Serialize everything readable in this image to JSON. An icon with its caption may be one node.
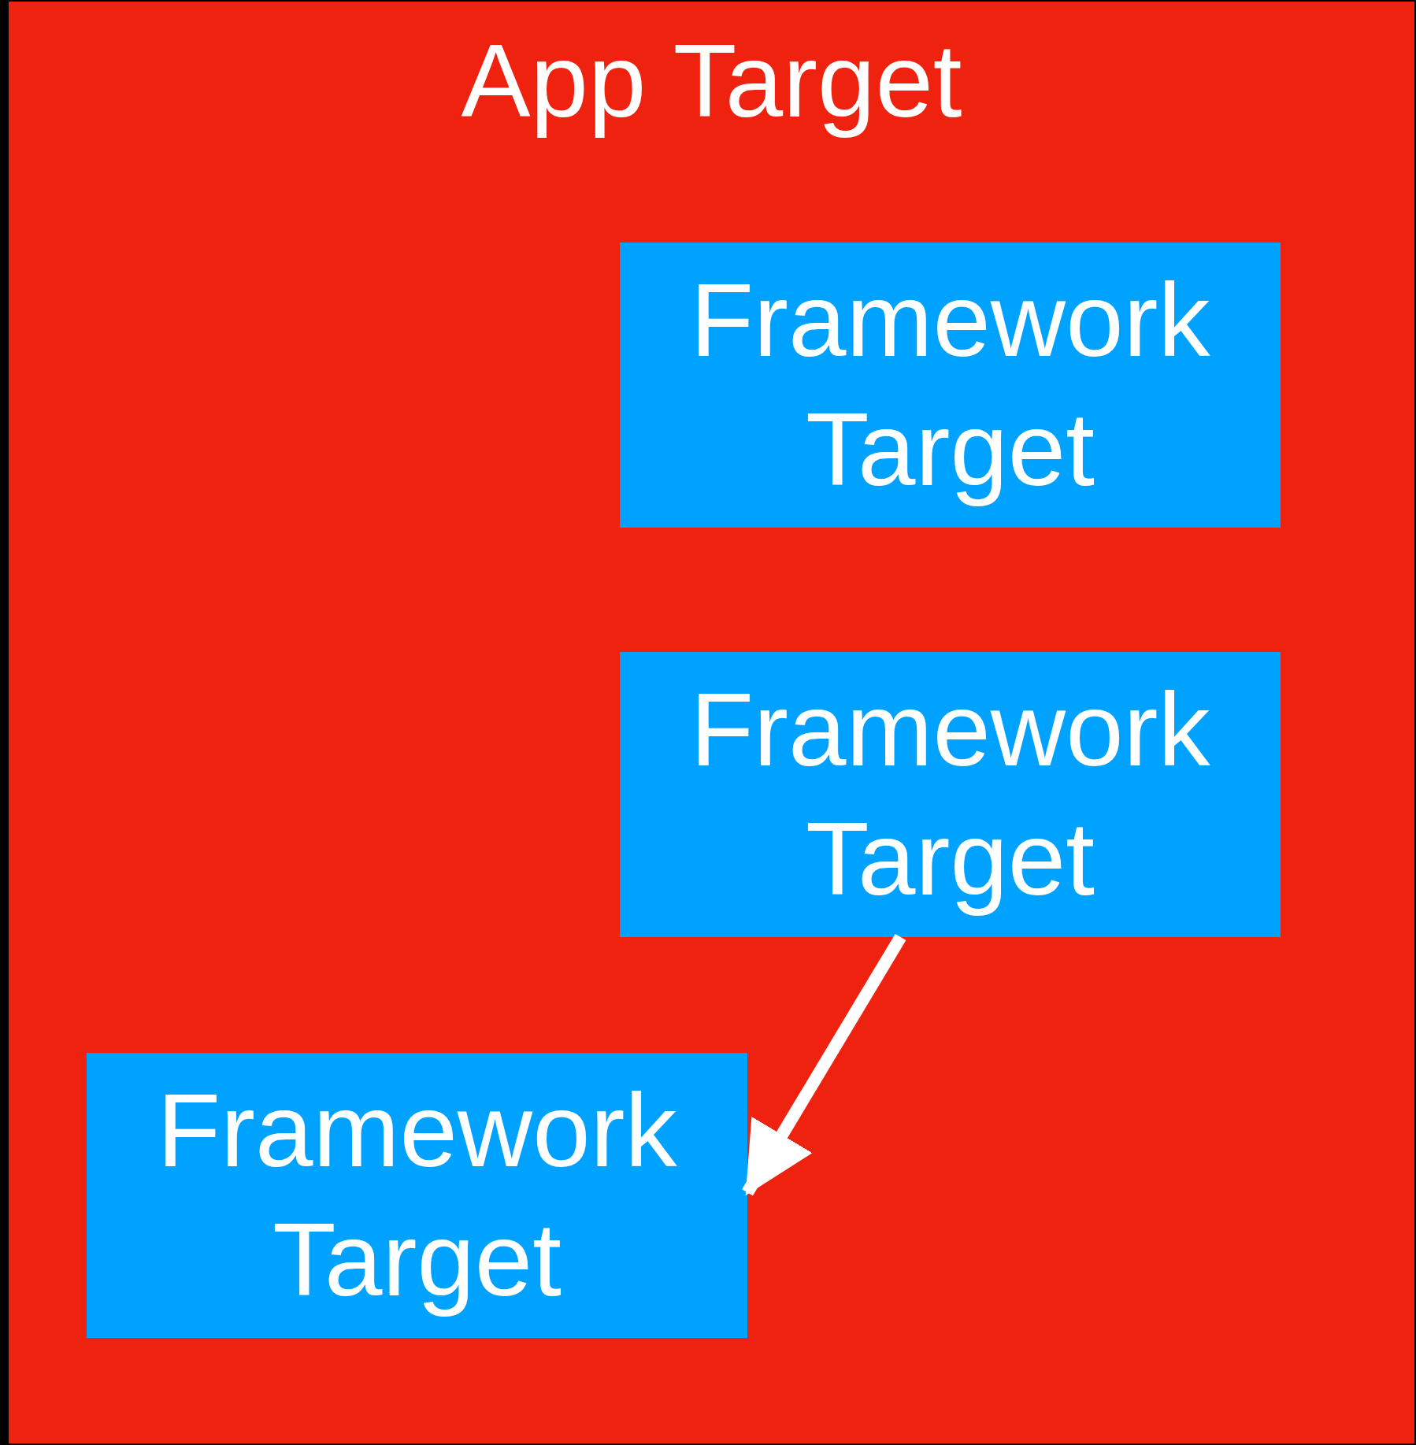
{
  "diagram": {
    "nodes": [
      {
        "text": [
          "App Target"
        ]
      },
      {
        "text": [
          "Framework Target"
        ],
        "in": 0
      },
      {
        "text": [
          "Framework Target"
        ],
        "in": 0
      },
      {
        "text": [
          "Framework Target"
        ],
        "in": 0
      }
    ],
    "edges": [
      {
        "from": 2,
        "to": 3,
        "arrow": "to"
      }
    ]
  }
}
